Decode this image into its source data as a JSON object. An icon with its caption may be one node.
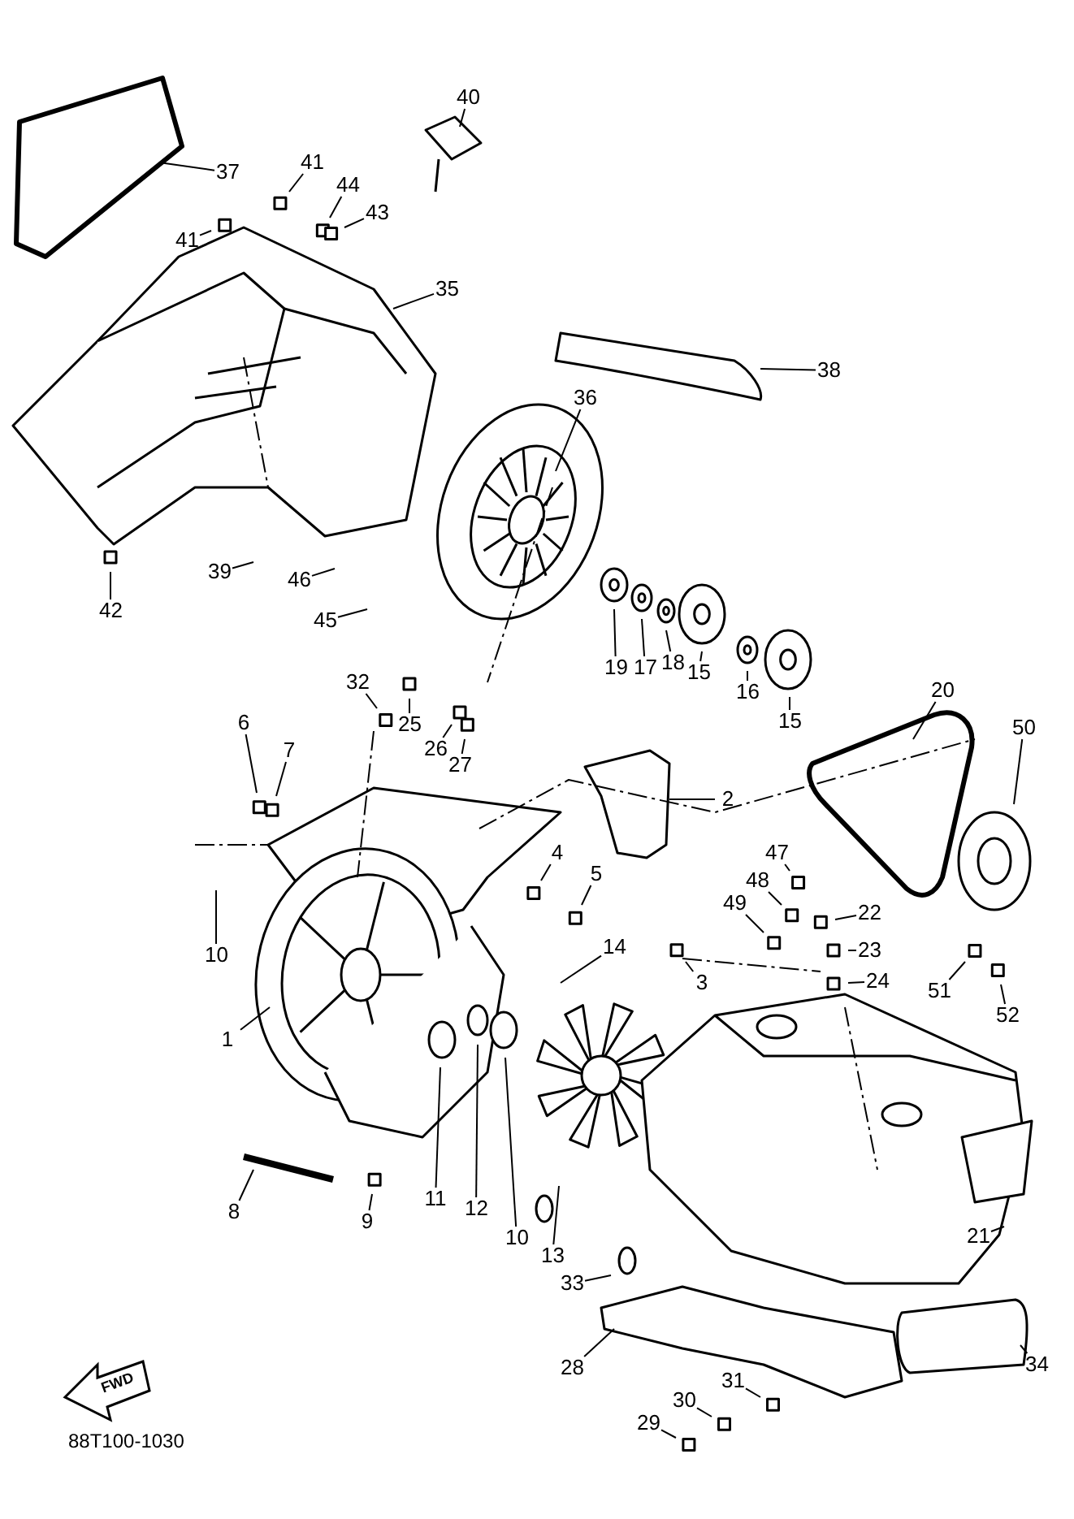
{
  "diagram": {
    "nodes": [
      {
        "text": [
          "37"
        ]
      },
      {
        "text": [
          "40"
        ]
      },
      {
        "text": [
          "41"
        ]
      },
      {
        "text": [
          "44"
        ]
      },
      {
        "text": [
          "43"
        ]
      },
      {
        "text": [
          "41"
        ]
      },
      {
        "text": [
          "35"
        ]
      },
      {
        "text": [
          "38"
        ]
      },
      {
        "text": [
          "36"
        ]
      },
      {
        "text": [
          "42"
        ]
      },
      {
        "text": [
          "39"
        ]
      },
      {
        "text": [
          "46"
        ]
      },
      {
        "text": [
          "45"
        ]
      },
      {
        "text": [
          "19"
        ]
      },
      {
        "text": [
          "17"
        ]
      },
      {
        "text": [
          "18"
        ]
      },
      {
        "text": [
          "15"
        ]
      },
      {
        "text": [
          "16"
        ]
      },
      {
        "text": [
          "15"
        ]
      },
      {
        "text": [
          "20"
        ]
      },
      {
        "text": [
          "50"
        ]
      },
      {
        "text": [
          "32"
        ]
      },
      {
        "text": [
          "25"
        ]
      },
      {
        "text": [
          "26"
        ]
      },
      {
        "text": [
          "27"
        ]
      },
      {
        "text": [
          "6"
        ]
      },
      {
        "text": [
          "7"
        ]
      },
      {
        "text": [
          "2"
        ]
      },
      {
        "text": [
          "10"
        ]
      },
      {
        "text": [
          "4"
        ]
      },
      {
        "text": [
          "5"
        ]
      },
      {
        "text": [
          "47"
        ]
      },
      {
        "text": [
          "48"
        ]
      },
      {
        "text": [
          "49"
        ]
      },
      {
        "text": [
          "22"
        ]
      },
      {
        "text": [
          "23"
        ]
      },
      {
        "text": [
          "24"
        ]
      },
      {
        "text": [
          "14"
        ]
      },
      {
        "text": [
          "3"
        ]
      },
      {
        "text": [
          "51"
        ]
      },
      {
        "text": [
          "52"
        ]
      },
      {
        "text": [
          "1"
        ]
      },
      {
        "text": [
          "8"
        ]
      },
      {
        "text": [
          "9"
        ]
      },
      {
        "text": [
          "11"
        ]
      },
      {
        "text": [
          "12"
        ]
      },
      {
        "text": [
          "10"
        ]
      },
      {
        "text": [
          "13"
        ]
      },
      {
        "text": [
          "33"
        ]
      },
      {
        "text": [
          "21"
        ]
      },
      {
        "text": [
          "34"
        ]
      },
      {
        "text": [
          "28"
        ]
      },
      {
        "text": [
          "31"
        ]
      },
      {
        "text": [
          "30"
        ]
      },
      {
        "text": [
          "29"
        ]
      }
    ],
    "edges": [
      {
        "from": 0,
        "to": null,
        "arrow": "none"
      },
      {
        "from": 1,
        "to": null,
        "arrow": "none"
      },
      {
        "from": 2,
        "to": null,
        "arrow": "none"
      },
      {
        "from": 3,
        "to": null,
        "arrow": "none"
      },
      {
        "from": 4,
        "to": null,
        "arrow": "none"
      },
      {
        "from": 5,
        "to": null,
        "arrow": "none"
      },
      {
        "from": 6,
        "to": null,
        "arrow": "none"
      },
      {
        "from": 7,
        "to": null,
        "arrow": "none"
      },
      {
        "from": 8,
        "to": null,
        "arrow": "none"
      },
      {
        "from": 9,
        "to": null,
        "arrow": "none"
      },
      {
        "from": 10,
        "to": null,
        "arrow": "none"
      },
      {
        "from": 11,
        "to": null,
        "arrow": "none"
      },
      {
        "from": 12,
        "to": null,
        "arrow": "none"
      },
      {
        "from": 13,
        "to": null,
        "arrow": "none"
      },
      {
        "from": 14,
        "to": null,
        "arrow": "none"
      },
      {
        "from": 15,
        "to": null,
        "arrow": "none"
      },
      {
        "from": 16,
        "to": null,
        "arrow": "none"
      },
      {
        "from": 17,
        "to": null,
        "arrow": "none"
      },
      {
        "from": 18,
        "to": null,
        "arrow": "none"
      },
      {
        "from": 19,
        "to": null,
        "arrow": "none"
      },
      {
        "from": 20,
        "to": null,
        "arrow": "none"
      },
      {
        "from": 21,
        "to": null,
        "arrow": "none"
      },
      {
        "from": 22,
        "to": null,
        "arrow": "none"
      },
      {
        "from": 23,
        "to": null,
        "arrow": "none"
      },
      {
        "from": 24,
        "to": null,
        "arrow": "none"
      },
      {
        "from": 25,
        "to": null,
        "arrow": "none"
      },
      {
        "from": 26,
        "to": null,
        "arrow": "none"
      },
      {
        "from": 27,
        "to": null,
        "arrow": "none"
      },
      {
        "from": 28,
        "to": null,
        "arrow": "none"
      },
      {
        "from": 29,
        "to": null,
        "arrow": "none"
      },
      {
        "from": 30,
        "to": null,
        "arrow": "none"
      },
      {
        "from": 31,
        "to": null,
        "arrow": "none"
      },
      {
        "from": 32,
        "to": null,
        "arrow": "none"
      },
      {
        "from": 33,
        "to": null,
        "arrow": "none"
      },
      {
        "from": 34,
        "to": null,
        "arrow": "none"
      },
      {
        "from": 35,
        "to": null,
        "arrow": "none"
      },
      {
        "from": 36,
        "to": null,
        "arrow": "none"
      },
      {
        "from": 37,
        "to": null,
        "arrow": "none"
      },
      {
        "from": 38,
        "to": null,
        "arrow": "none"
      },
      {
        "from": 39,
        "to": null,
        "arrow": "none"
      },
      {
        "from": 40,
        "to": null,
        "arrow": "none"
      },
      {
        "from": 41,
        "to": null,
        "arrow": "none"
      },
      {
        "from": 42,
        "to": null,
        "arrow": "none"
      },
      {
        "from": 43,
        "to": null,
        "arrow": "none"
      },
      {
        "from": 44,
        "to": null,
        "arrow": "none"
      },
      {
        "from": 45,
        "to": null,
        "arrow": "none"
      },
      {
        "from": 46,
        "to": null,
        "arrow": "none"
      },
      {
        "from": 47,
        "to": null,
        "arrow": "none"
      },
      {
        "from": 48,
        "to": null,
        "arrow": "none"
      },
      {
        "from": 49,
        "to": null,
        "arrow": "none"
      },
      {
        "from": 50,
        "to": null,
        "arrow": "none"
      },
      {
        "from": 51,
        "to": null,
        "arrow": "none"
      },
      {
        "from": 52,
        "to": null,
        "arrow": "none"
      },
      {
        "from": 53,
        "to": null,
        "arrow": "none"
      },
      {
        "from": 54,
        "to": null,
        "arrow": "none"
      }
    ],
    "labels": [
      "FWD",
      "88T100-1030"
    ]
  }
}
